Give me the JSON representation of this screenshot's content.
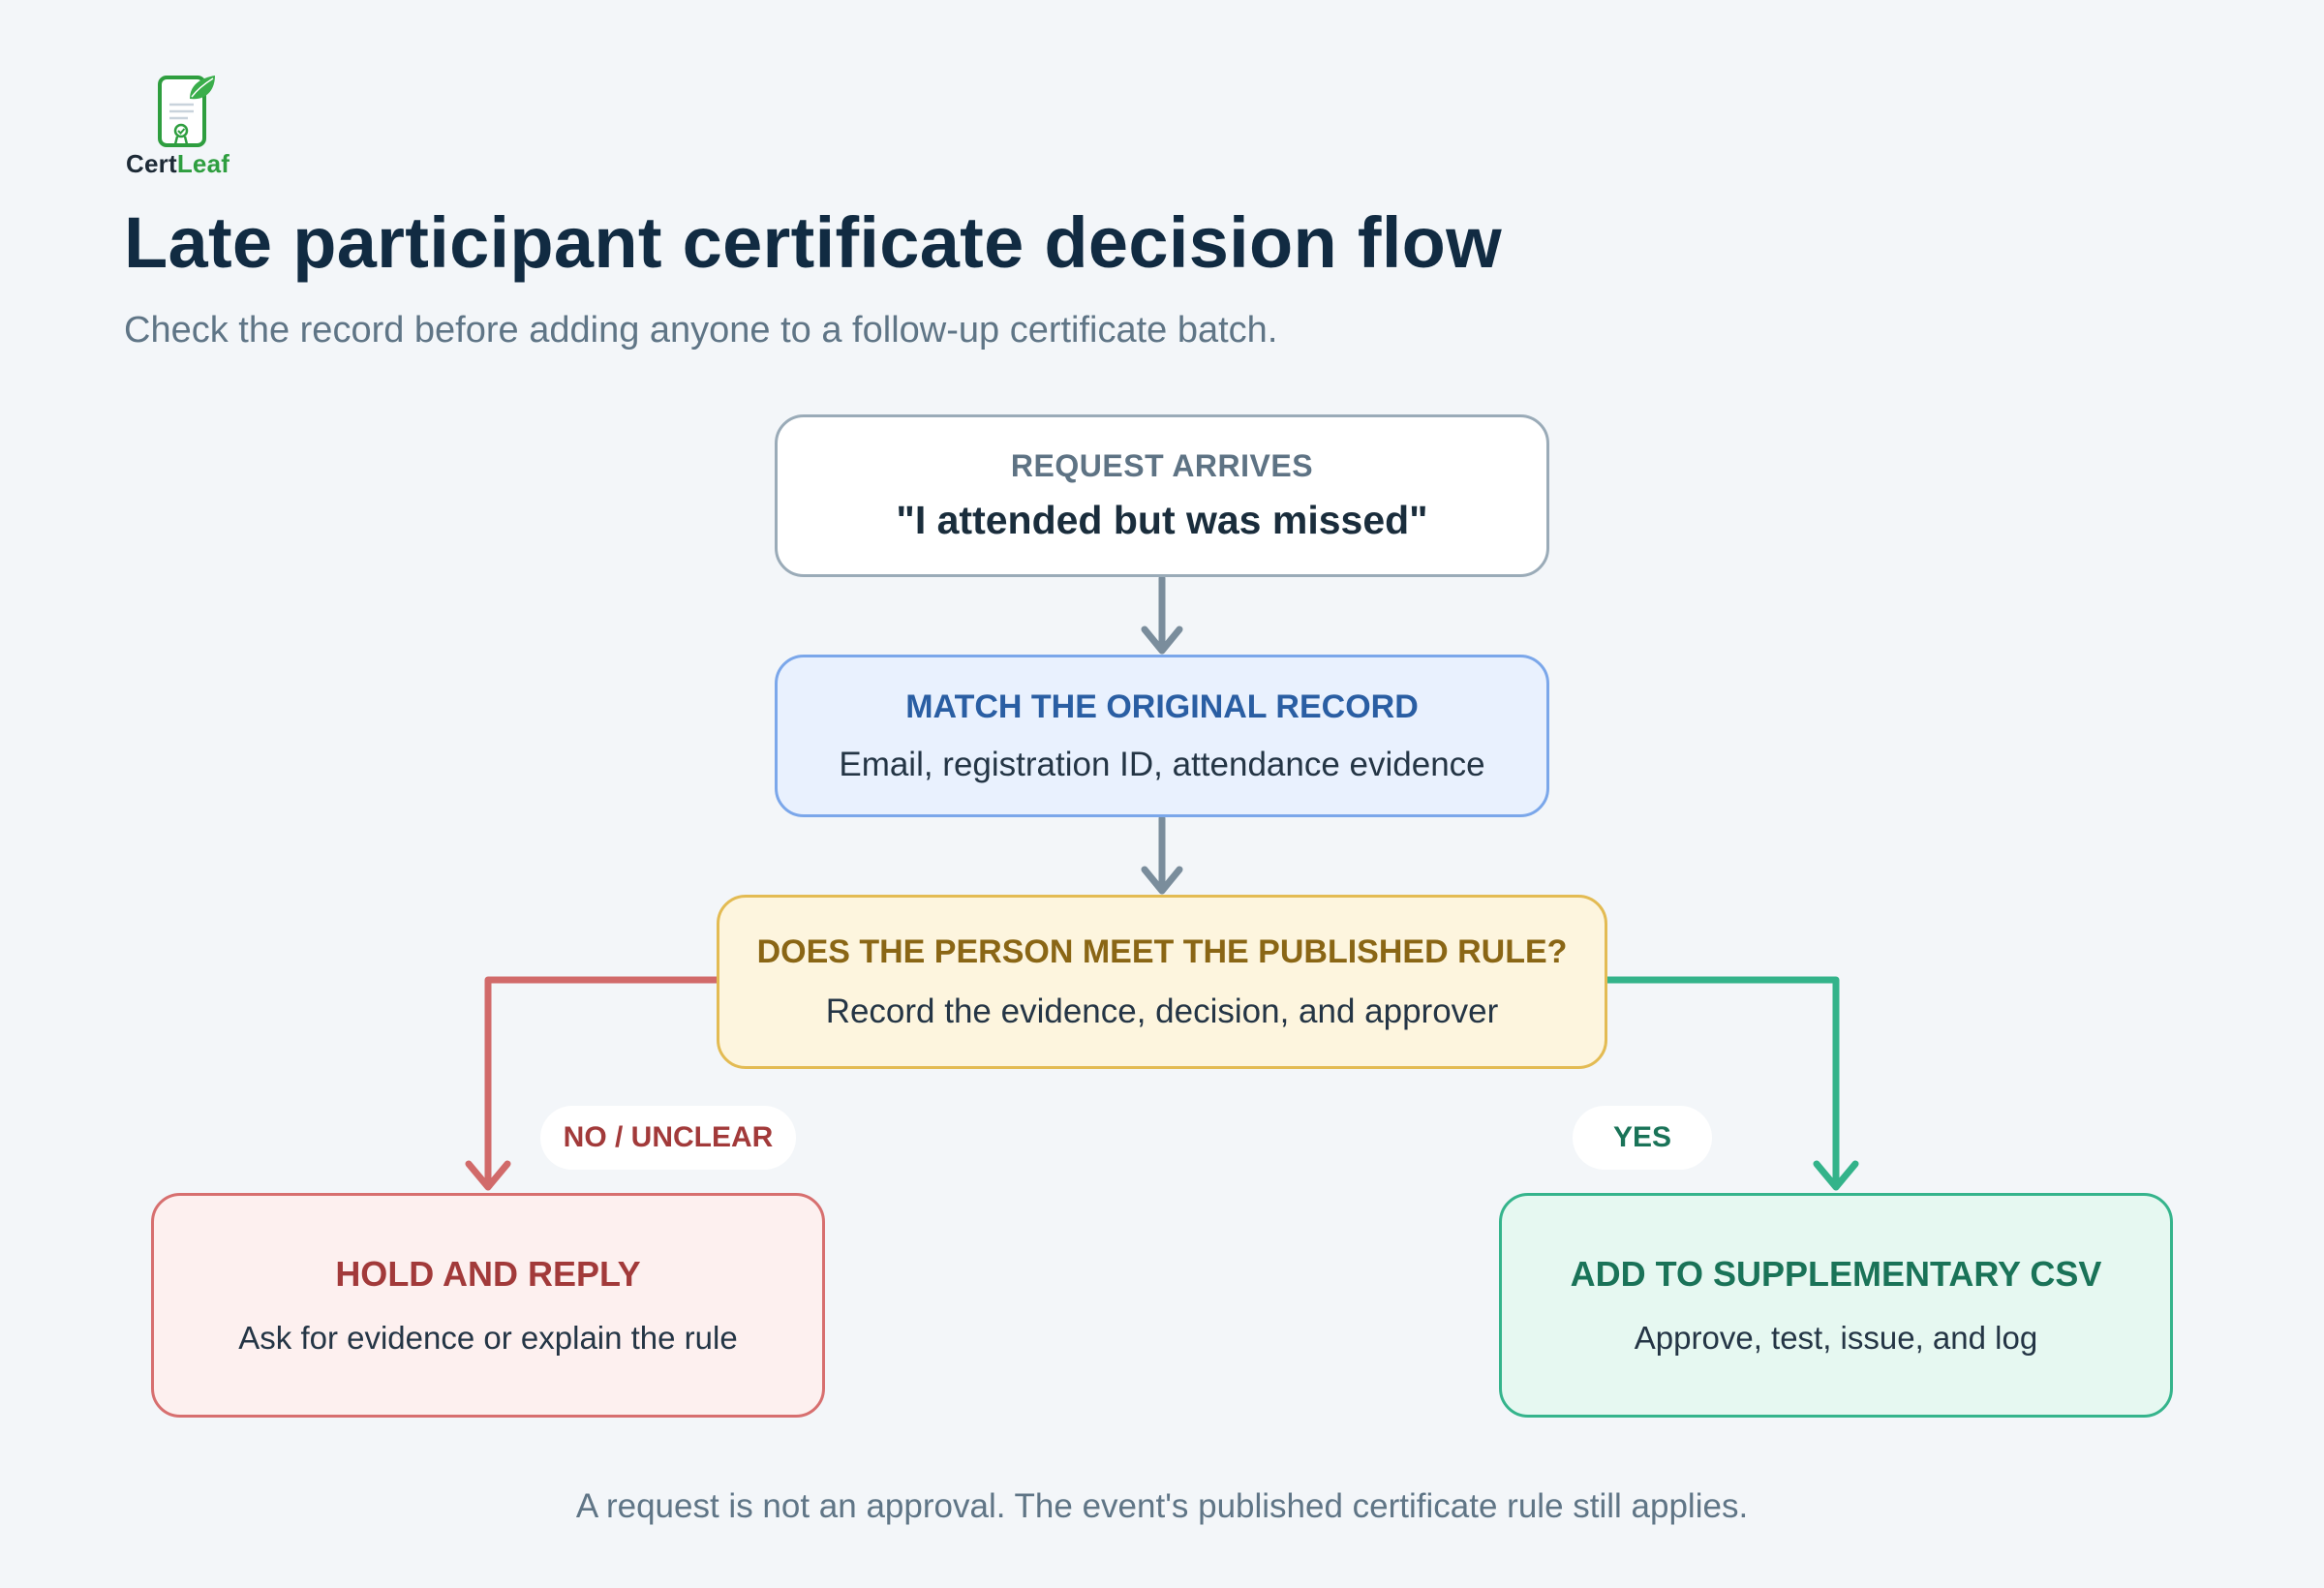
{
  "brand": {
    "name_part1": "Cert",
    "name_part2": "Leaf",
    "icon": "certificate-leaf-icon",
    "colors": {
      "green": "#2e9e3f",
      "dark": "#1d2a36"
    }
  },
  "header": {
    "title": "Late participant certificate decision flow",
    "subtitle": "Check the record before adding anyone to a follow-up certificate batch."
  },
  "flow": {
    "request": {
      "kicker": "REQUEST ARRIVES",
      "body": "\"I attended but was missed\""
    },
    "match": {
      "kicker": "MATCH THE ORIGINAL RECORD",
      "body": "Email, registration ID, attendance evidence"
    },
    "rule": {
      "kicker": "DOES THE PERSON MEET THE PUBLISHED RULE?",
      "body": "Record the evidence, decision, and approver"
    },
    "hold": {
      "kicker": "HOLD AND REPLY",
      "body": "Ask for evidence or explain the rule"
    },
    "add": {
      "kicker": "ADD TO SUPPLEMENTARY CSV",
      "body": "Approve, test, issue, and log"
    }
  },
  "branches": {
    "no_label": "NO / UNCLEAR",
    "yes_label": "YES"
  },
  "footer": {
    "note": "A request is not an approval. The event's published certificate rule still applies."
  },
  "colors": {
    "neutral_connector": "#7a8d9c",
    "no_connector": "#d16a6a",
    "yes_connector": "#33b38a"
  }
}
